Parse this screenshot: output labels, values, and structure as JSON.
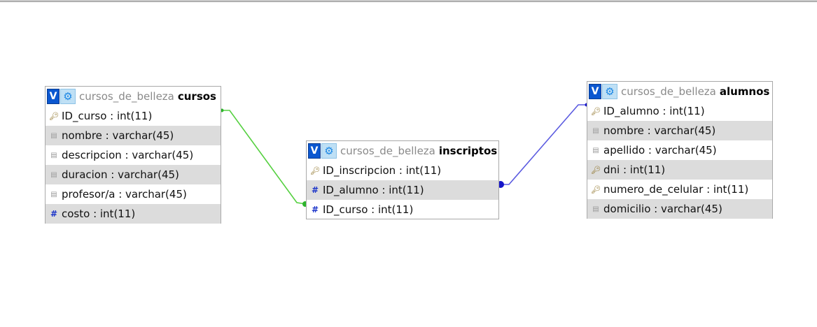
{
  "tables": {
    "cursos": {
      "db": "cursos_de_belleza",
      "name": "cursos",
      "fields": [
        {
          "text": "ID_curso : int(11)",
          "icon": "key-icon"
        },
        {
          "text": "nombre : varchar(45)",
          "icon": "column-icon"
        },
        {
          "text": "descripcion : varchar(45)",
          "icon": "column-icon"
        },
        {
          "text": "duracion : varchar(45)",
          "icon": "column-icon"
        },
        {
          "text": "profesor/a : varchar(45)",
          "icon": "column-icon"
        },
        {
          "text": "costo : int(11)",
          "icon": "numeric-icon"
        }
      ]
    },
    "inscriptos": {
      "db": "cursos_de_belleza",
      "name": "inscriptos",
      "fields": [
        {
          "text": "ID_inscripcion : int(11)",
          "icon": "key-icon"
        },
        {
          "text": "ID_alumno : int(11)",
          "icon": "numeric-icon"
        },
        {
          "text": "ID_curso : int(11)",
          "icon": "numeric-icon"
        }
      ]
    },
    "alumnos": {
      "db": "cursos_de_belleza",
      "name": "alumnos",
      "fields": [
        {
          "text": "ID_alumno : int(11)",
          "icon": "key-icon"
        },
        {
          "text": "nombre : varchar(45)",
          "icon": "column-icon"
        },
        {
          "text": "apellido : varchar(45)",
          "icon": "column-icon"
        },
        {
          "text": "dni : int(11)",
          "icon": "key-icon"
        },
        {
          "text": "numero_de_celular : int(11)",
          "icon": "key-icon"
        },
        {
          "text": "domicilio : varchar(45)",
          "icon": "column-icon"
        }
      ]
    }
  },
  "header_buttons": {
    "v_label": "V",
    "gear_glyph": "⚙"
  },
  "relations": [
    {
      "from": "inscriptos.ID_curso",
      "to": "cursos.ID_curso",
      "color": "#55d040"
    },
    {
      "from": "inscriptos.ID_alumno",
      "to": "alumnos.ID_alumno",
      "color": "#5a5ae0"
    }
  ],
  "colors": {
    "row_alt": "#dcdcdc",
    "v_button": "#0b57d0",
    "gear_button": "#bfe0f5"
  }
}
